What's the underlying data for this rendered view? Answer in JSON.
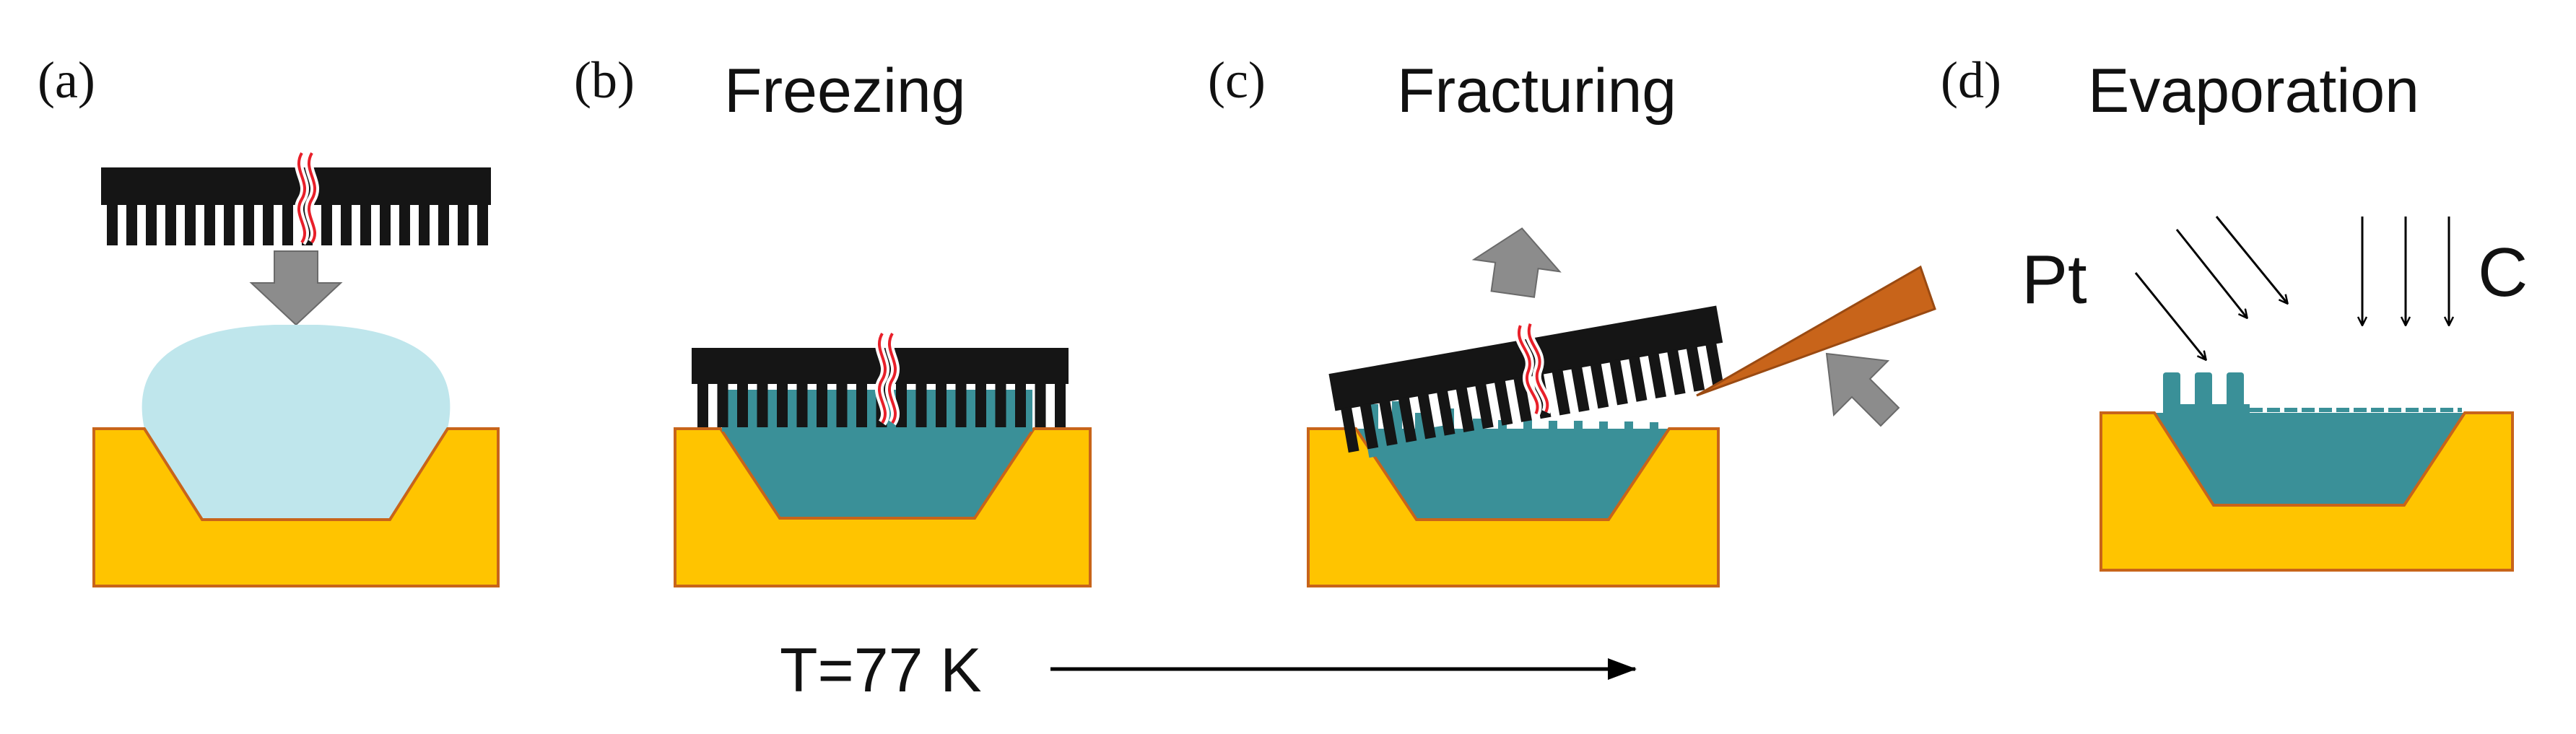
{
  "panels": [
    {
      "letter": "(a)",
      "title": ""
    },
    {
      "letter": "(b)",
      "title": "Freezing"
    },
    {
      "letter": "(c)",
      "title": "Fracturing"
    },
    {
      "letter": "(d)",
      "title": "Evaporation"
    }
  ],
  "labels": {
    "pt": "Pt",
    "c": "C",
    "temperature": "T=77 K"
  },
  "colors": {
    "substrate": "#FFC400",
    "substrate_edge": "#C8641A",
    "droplet": "#BFE6EC",
    "frozen": "#3A9098",
    "comb": "#151515",
    "crack": "#E8202A",
    "gray_arrow": "#8C8C8C",
    "knife": "#C8641A"
  },
  "icons": [
    "comb-stamp",
    "down-arrow",
    "up-arrow",
    "knife-blade",
    "deposition-arrows",
    "long-right-arrow"
  ]
}
